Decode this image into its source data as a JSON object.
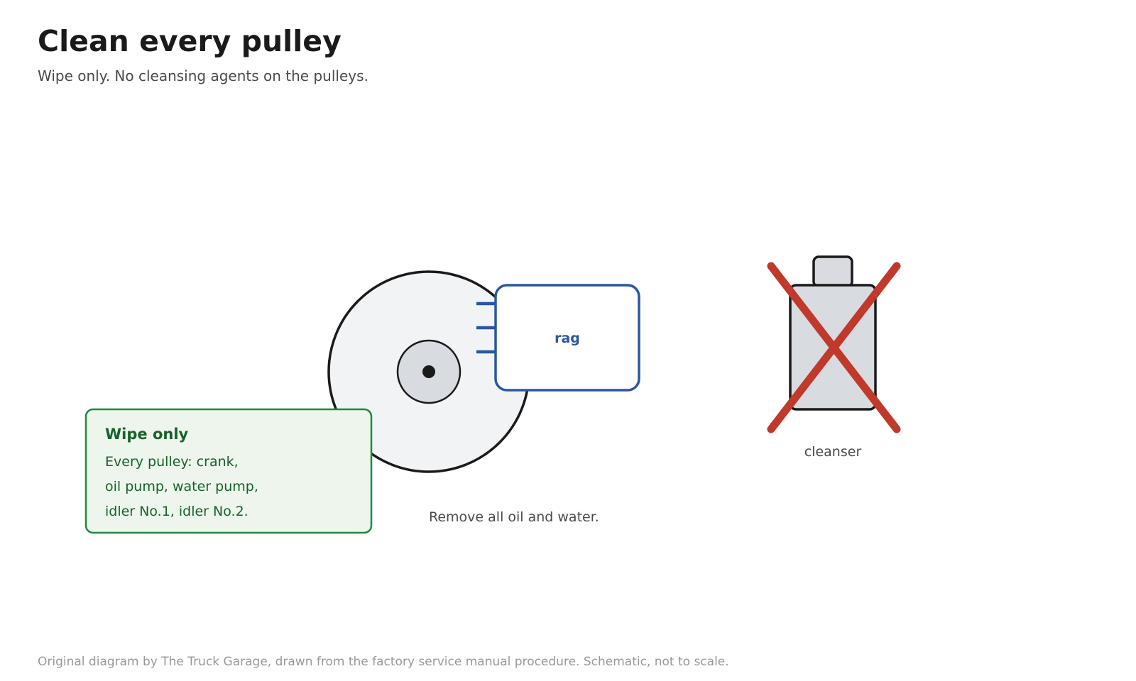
{
  "header": {
    "title": "Clean every pulley",
    "subtitle": "Wipe only. No cleansing agents on the pulleys."
  },
  "diagram": {
    "rag_label": "rag",
    "cleanser_label": "cleanser",
    "caption": "Remove all oil and water.",
    "note": {
      "title": "Wipe only",
      "lines": [
        "Every pulley: crank,",
        "oil pump, water pump,",
        "idler No.1, idler No.2."
      ]
    },
    "colors": {
      "pulley_fill": "#f2f3f5",
      "hub_fill": "#d8dbe0",
      "outline": "#1a1a1a",
      "rag_blue": "#2a57a0",
      "prohibit_red": "#c0392b",
      "note_green": "#1e8a3c",
      "note_text": "#17622b",
      "note_bg": "#edf5ec"
    }
  },
  "footer": {
    "credit": "Original diagram by The Truck Garage, drawn from the factory service manual procedure. Schematic, not to scale."
  }
}
